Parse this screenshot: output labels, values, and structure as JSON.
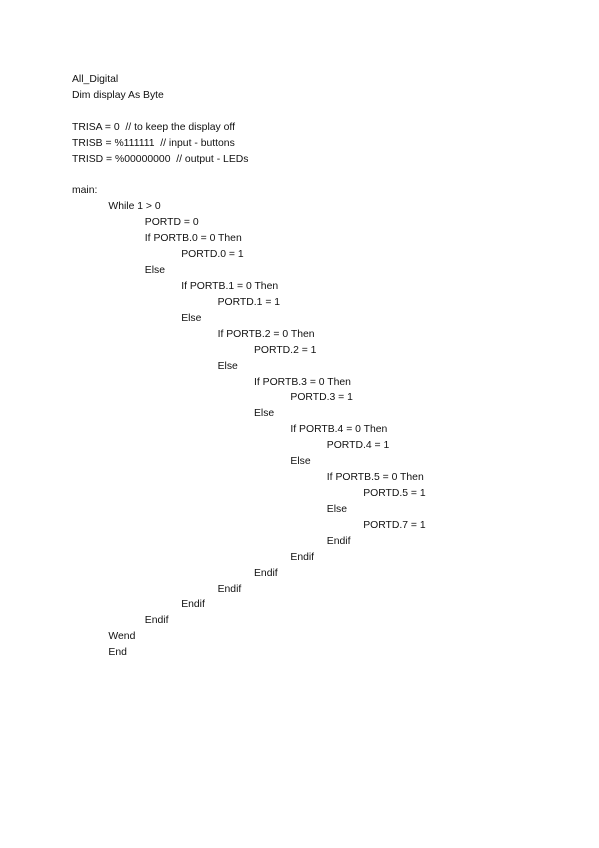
{
  "document": {
    "lines": [
      {
        "indent": 0,
        "text": "All_Digital"
      },
      {
        "indent": 0,
        "text": "Dim display As Byte"
      },
      {
        "indent": 0,
        "text": ""
      },
      {
        "indent": 0,
        "text": "TRISA = 0  // to keep the display off"
      },
      {
        "indent": 0,
        "text": "TRISB = %111111  // input - buttons"
      },
      {
        "indent": 0,
        "text": "TRISD = %00000000  // output - LEDs"
      },
      {
        "indent": 0,
        "text": ""
      },
      {
        "indent": 0,
        "text": "main:"
      },
      {
        "indent": 1,
        "text": "While 1 > 0"
      },
      {
        "indent": 2,
        "text": "PORTD = 0"
      },
      {
        "indent": 2,
        "text": "If PORTB.0 = 0 Then"
      },
      {
        "indent": 3,
        "text": "PORTD.0 = 1"
      },
      {
        "indent": 2,
        "text": "Else"
      },
      {
        "indent": 3,
        "text": "If PORTB.1 = 0 Then"
      },
      {
        "indent": 4,
        "text": "PORTD.1 = 1"
      },
      {
        "indent": 3,
        "text": "Else"
      },
      {
        "indent": 4,
        "text": "If PORTB.2 = 0 Then"
      },
      {
        "indent": 5,
        "text": "PORTD.2 = 1"
      },
      {
        "indent": 4,
        "text": "Else"
      },
      {
        "indent": 5,
        "text": "If PORTB.3 = 0 Then"
      },
      {
        "indent": 6,
        "text": "PORTD.3 = 1"
      },
      {
        "indent": 5,
        "text": "Else"
      },
      {
        "indent": 6,
        "text": "If PORTB.4 = 0 Then"
      },
      {
        "indent": 7,
        "text": "PORTD.4 = 1"
      },
      {
        "indent": 6,
        "text": "Else"
      },
      {
        "indent": 7,
        "text": "If PORTB.5 = 0 Then"
      },
      {
        "indent": 8,
        "text": "PORTD.5 = 1"
      },
      {
        "indent": 7,
        "text": "Else"
      },
      {
        "indent": 8,
        "text": "PORTD.7 = 1"
      },
      {
        "indent": 7,
        "text": "Endif"
      },
      {
        "indent": 6,
        "text": "Endif"
      },
      {
        "indent": 5,
        "text": "Endif"
      },
      {
        "indent": 4,
        "text": "Endif"
      },
      {
        "indent": 3,
        "text": "Endif"
      },
      {
        "indent": 2,
        "text": "Endif"
      },
      {
        "indent": 1,
        "text": "Wend"
      },
      {
        "indent": 1,
        "text": "End"
      }
    ]
  }
}
